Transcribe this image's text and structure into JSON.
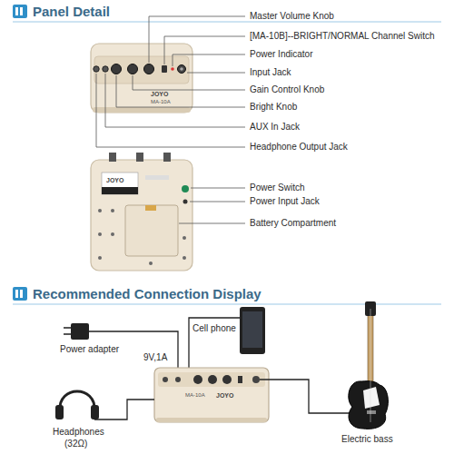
{
  "diagram": {
    "labels": [
      "Panel Detail",
      "Master Volume Knob",
      "[MA-10B]--BRIGHT/NORMAL Channel Switch",
      "Power Indicator",
      "Input Jack",
      "Gain Control Knob",
      "Bright Knob",
      "AUX In Jack",
      "Headphone Output Jack",
      "JOYO",
      "MA-10A",
      "JOYO",
      "Power Switch",
      "Power Input Jack",
      "Battery Compartment",
      "Recommended Connection Display",
      "Power adapter",
      "9V,1A",
      "Cell phone",
      "MA-10A",
      "JOYO",
      "Headphones",
      "(32Ω)",
      "Electric bass"
    ]
  }
}
